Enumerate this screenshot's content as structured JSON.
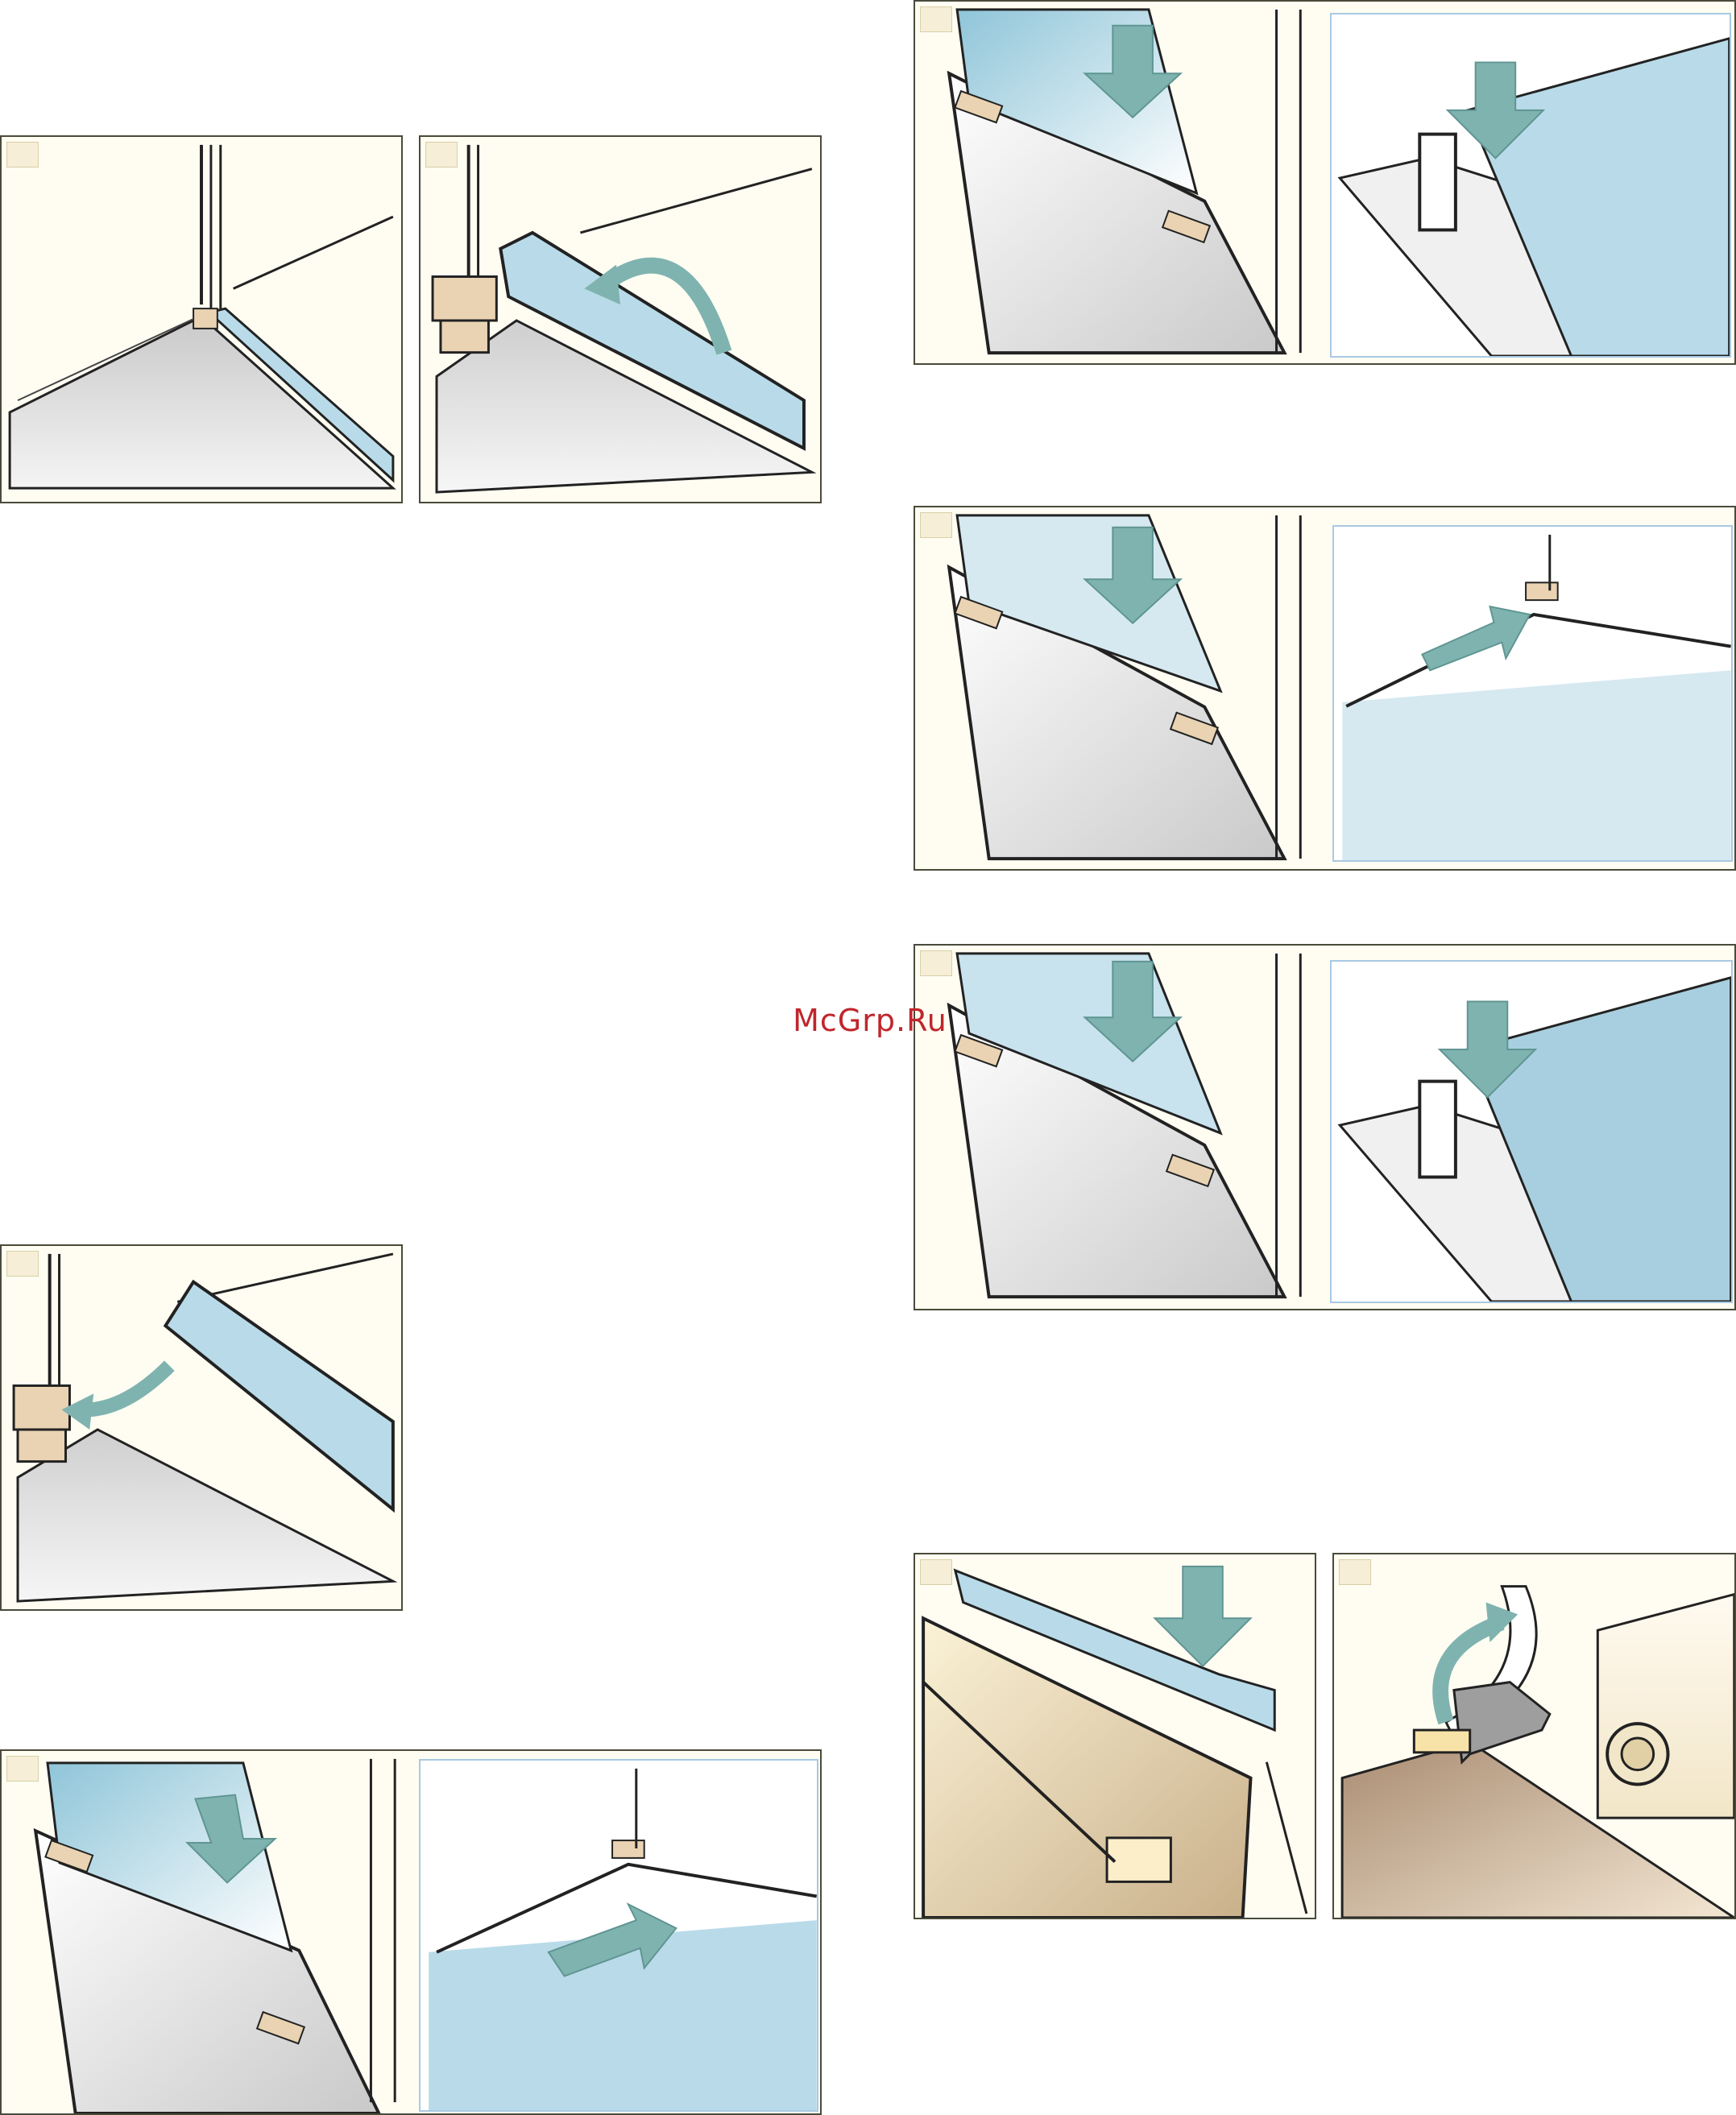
{
  "watermark": {
    "text": "McGrp.Ru"
  },
  "colors": {
    "panel_bg": "#fffdf2",
    "panel_border": "#4a4a3a",
    "glass_blue": "#b9dbe9",
    "glass_dark": "#8fbccd",
    "arrow_teal": "#7fb3b0",
    "wood": "#e9d3b2",
    "watermark_red": "#c0262c"
  },
  "panels": [
    {
      "name": "panel-oven-corner-hinge",
      "icon": "oven-corner-icon"
    },
    {
      "name": "panel-lift-glass-cover",
      "icon": "curved-arrow-icon"
    },
    {
      "name": "panel-insert-glass-cover",
      "icon": "curved-arrow-icon"
    },
    {
      "name": "panel-slide-glass-pane-bottom",
      "icon": "push-arrow-icon"
    },
    {
      "name": "panel-lower-glass-pane-top",
      "icon": "down-arrow-icon"
    },
    {
      "name": "panel-slide-glass-pane-middle",
      "icon": "push-arrow-icon"
    },
    {
      "name": "panel-lower-glass-pane-lower",
      "icon": "down-arrow-icon"
    },
    {
      "name": "panel-press-door-strip",
      "icon": "down-arrow-icon"
    },
    {
      "name": "panel-flip-hinge-lever",
      "icon": "curved-arrow-icon"
    }
  ]
}
